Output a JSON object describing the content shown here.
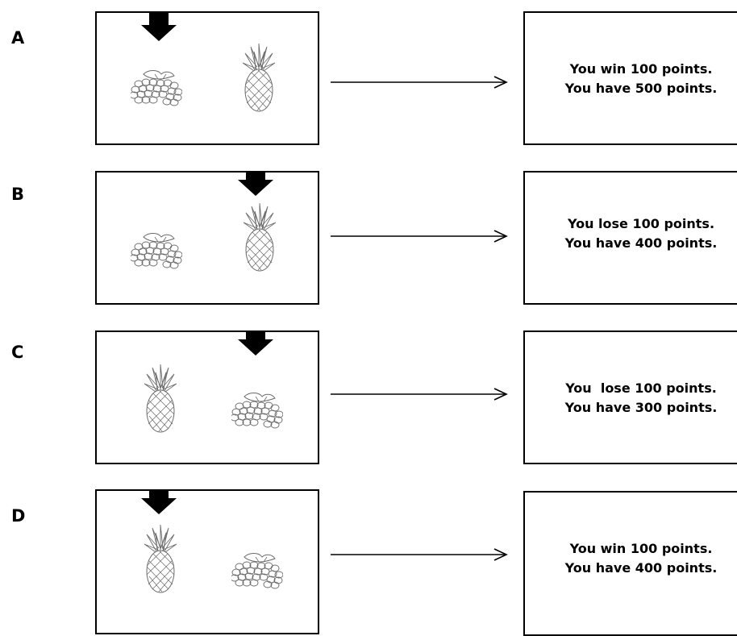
{
  "trials": [
    {
      "label": "A",
      "left_stimulus": "grapes",
      "right_stimulus": "pineapple",
      "selected_side": "left",
      "feedback_line1": "You win 100 points.",
      "feedback_line2": "You have 500 points."
    },
    {
      "label": "B",
      "left_stimulus": "grapes",
      "right_stimulus": "pineapple",
      "selected_side": "right",
      "feedback_line1": "You lose 100 points.",
      "feedback_line2": "You have 400 points."
    },
    {
      "label": "C",
      "left_stimulus": "pineapple",
      "right_stimulus": "grapes",
      "selected_side": "right",
      "feedback_line1": "You  lose 100 points.",
      "feedback_line2": "You have 300 points."
    },
    {
      "label": "D",
      "left_stimulus": "pineapple",
      "right_stimulus": "grapes",
      "selected_side": "left",
      "feedback_line1": "You win 100 points.",
      "feedback_line2": "You have 400 points."
    }
  ],
  "icons": {
    "pointer": "down-arrow-icon",
    "grapes": "grapes-icon",
    "pineapple": "pineapple-icon"
  },
  "colors": {
    "line": "#000000",
    "fruit_stroke": "#6b6b6b",
    "background": "#ffffff"
  }
}
